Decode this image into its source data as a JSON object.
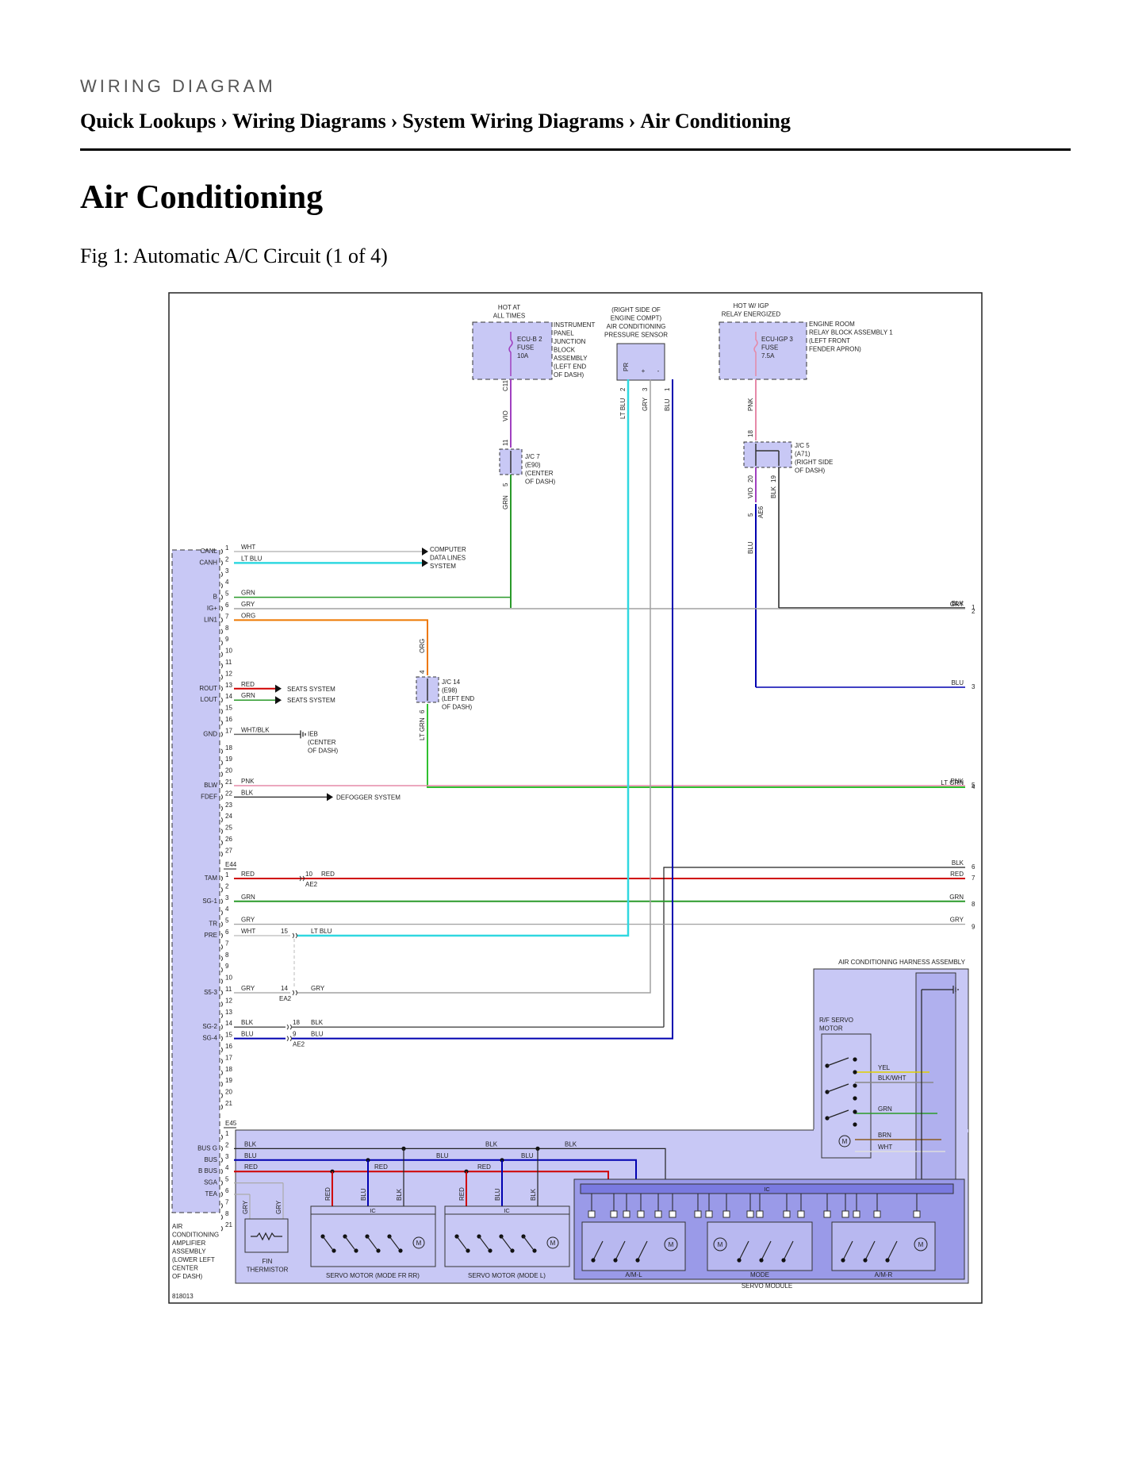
{
  "header": {
    "kicker": "WIRING DIAGRAM",
    "breadcrumb": [
      "Quick Lookups",
      "Wiring Diagrams",
      "System Wiring Diagrams",
      "Air Conditioning"
    ],
    "separator": "›"
  },
  "page": {
    "title": "Air Conditioning",
    "figure_caption": "Fig 1: Automatic A/C Circuit (1 of 4)"
  },
  "diagram": {
    "figure_id": "818013",
    "colors": {
      "component_fill": "#c8c8f5",
      "component_stroke": "#333333",
      "red": "#d00000",
      "blue": "#0000b0",
      "green": "#2a9a2a",
      "lt_green": "#30c030",
      "orange": "#ee7700",
      "lt_blue": "#30d8e0",
      "pink": "#e68aa8",
      "violet": "#a040c0",
      "gray": "#a0a0a0",
      "black": "#222222",
      "yellow": "#e0d000",
      "brown": "#8a5a20"
    },
    "top_labels": {
      "hot_at_all_times": [
        "HOT AT",
        "ALL TIMES"
      ],
      "instrument_panel_jb": [
        "INSTRUMENT",
        "PANEL",
        "JUNCTION",
        "BLOCK",
        "ASSEMBLY",
        "(LEFT END",
        "OF DASH)"
      ],
      "ecu_b2_fuse": [
        "ECU-B 2",
        "FUSE",
        "10A"
      ],
      "pressure_sensor": [
        "(RIGHT SIDE OF",
        "ENGINE COMPT)",
        "AIR CONDITIONING",
        "PRESSURE SENSOR"
      ],
      "pressure_pins": [
        "PR",
        "+",
        "-"
      ],
      "hot_w_igp": [
        "HOT W/ IGP",
        "RELAY ENERGIZED"
      ],
      "engine_room_rb": [
        "ENGINE ROOM",
        "RELAY BLOCK ASSEMBLY 1",
        "(LEFT FRONT",
        "FENDER APRON)"
      ],
      "ecu_igp3_fuse": [
        "ECU-IGP 3",
        "FUSE",
        "7.5A"
      ],
      "jc7": [
        "J/C 7",
        "(E90)",
        "(CENTER",
        "OF DASH)"
      ],
      "jc5": [
        "J/C 5",
        "(A71)",
        "(RIGHT SIDE",
        "OF DASH)"
      ],
      "jc14": [
        "J/C 14",
        "(E98)",
        "(LEFT END",
        "OF DASH)"
      ]
    },
    "vertical_wire_labels": {
      "c11": "C11",
      "vio": "VIO",
      "pin11": "11",
      "pin5": "5",
      "grn": "GRN",
      "pr_pin": "2",
      "plus_pin": "3",
      "minus_pin": "1",
      "lt_blu": "LT BLU",
      "gry": "GRY",
      "blu": "BLU",
      "pnk": "PNK",
      "pin18": "18",
      "pin20": "20",
      "pin19": "19",
      "vio2": "VIO",
      "blk": "BLK",
      "pin5b": "5",
      "ae6": "AE6",
      "blu2": "BLU",
      "org": "ORG",
      "pin4": "4",
      "pin6": "6",
      "lt_grn": "LT GRN"
    },
    "connectors": {
      "e44": "E44",
      "e45": "E45",
      "ae2": "AE2",
      "ea2": "EA2"
    },
    "amplifier_name": [
      "AIR",
      "CONDITIONING",
      "AMPLIFIER",
      "ASSEMBLY",
      "(LOWER LEFT",
      "CENTER",
      "OF DASH)"
    ],
    "amp_pins": [
      {
        "n": "1",
        "sig": "CANL",
        "wire": "WHT"
      },
      {
        "n": "2",
        "sig": "CANH",
        "wire": "LT BLU"
      },
      {
        "n": "3"
      },
      {
        "n": "4"
      },
      {
        "n": "5",
        "sig": "B",
        "wire": "GRN"
      },
      {
        "n": "6",
        "sig": "IG+",
        "wire": "GRY"
      },
      {
        "n": "7",
        "sig": "LIN1",
        "wire": "ORG"
      },
      {
        "n": "8"
      },
      {
        "n": "9"
      },
      {
        "n": "10"
      },
      {
        "n": "11"
      },
      {
        "n": "12"
      },
      {
        "n": "13",
        "sig": "ROUT",
        "wire": "RED"
      },
      {
        "n": "14",
        "sig": "LOUT",
        "wire": "GRN"
      },
      {
        "n": "15"
      },
      {
        "n": "16"
      },
      {
        "n": "17",
        "sig": "GND",
        "wire": "WHT/BLK"
      },
      {
        "n": "18"
      },
      {
        "n": "19"
      },
      {
        "n": "20"
      },
      {
        "n": "21",
        "sig": "BLW",
        "wire": "PNK"
      },
      {
        "n": "22",
        "sig": "FDEF",
        "wire": "BLK"
      },
      {
        "n": "23"
      },
      {
        "n": "24"
      },
      {
        "n": "25"
      },
      {
        "n": "26"
      },
      {
        "n": "27"
      }
    ],
    "e44_pins": [
      {
        "n": "1",
        "sig": "TAM",
        "wire": "RED"
      },
      {
        "n": "2"
      },
      {
        "n": "3",
        "sig": "SG-1",
        "wire": "GRN"
      },
      {
        "n": "4"
      },
      {
        "n": "5",
        "sig": "TR",
        "wire": "GRY"
      },
      {
        "n": "6",
        "sig": "PRE",
        "wire": "WHT"
      },
      {
        "n": "7"
      },
      {
        "n": "8"
      },
      {
        "n": "9"
      },
      {
        "n": "10"
      },
      {
        "n": "11",
        "sig": "S5-3",
        "wire": "GRY"
      },
      {
        "n": "12"
      },
      {
        "n": "13"
      },
      {
        "n": "14",
        "sig": "SG-2",
        "wire": "BLK"
      },
      {
        "n": "15",
        "sig": "SG-4",
        "wire": "BLU"
      },
      {
        "n": "16"
      },
      {
        "n": "17"
      },
      {
        "n": "18"
      },
      {
        "n": "19"
      },
      {
        "n": "20"
      },
      {
        "n": "21"
      }
    ],
    "e45_pins": [
      {
        "n": "1"
      },
      {
        "n": "2",
        "sig": "BUS G",
        "wire": "BLK"
      },
      {
        "n": "3",
        "sig": "BUS",
        "wire": "BLU"
      },
      {
        "n": "4",
        "sig": "B BUS",
        "wire": "RED"
      },
      {
        "n": "5",
        "sig": "SGA"
      },
      {
        "n": "6",
        "sig": "TEA"
      },
      {
        "n": "7"
      },
      {
        "n": "8"
      },
      {
        "n": "21"
      }
    ],
    "destinations": {
      "computer_data_lines": [
        "COMPUTER",
        "DATA LINES",
        "SYSTEM"
      ],
      "seats_system_1": "SEATS SYSTEM",
      "seats_system_2": "SEATS SYSTEM",
      "ground_ieb": [
        "IEB",
        "(CENTER",
        "OF DASH)"
      ],
      "defogger": "DEFOGGER SYSTEM"
    },
    "right_edge": [
      {
        "wire": "BLK",
        "n": "1"
      },
      {
        "wire": "GRY",
        "n": "2"
      },
      {
        "wire": "BLU",
        "n": "3"
      },
      {
        "wire": "LT GRN",
        "n": "4"
      },
      {
        "wire": "PNK",
        "n": "5"
      },
      {
        "wire": "BLK",
        "n": "6"
      },
      {
        "wire": "RED",
        "n": "7"
      },
      {
        "wire": "GRN",
        "n": "8"
      },
      {
        "wire": "GRY",
        "n": "9"
      }
    ],
    "inline_connectors": {
      "tam_pin": "10",
      "tam_wire": "RED",
      "pre_pin": "15",
      "pre_wire": "LT BLU",
      "s53_pin": "14",
      "s53_wire": "GRY",
      "sg2_pin": "18",
      "sg2_wire": "BLK",
      "sg4_pin": "9",
      "sg4_wire": "BLU"
    },
    "harness": {
      "name": "AIR CONDITIONING HARNESS ASSEMBLY",
      "rf_servo": [
        "R/F SERVO",
        "MOTOR"
      ],
      "rf_wires": [
        "YEL",
        "BLK/WHT",
        "GRN",
        "BRN",
        "WHT"
      ],
      "motor_symbol": "M",
      "bus_labels": [
        "BLK",
        "BLK",
        "BLK",
        "BLU",
        "BLU",
        "BLU",
        "RED",
        "RED",
        "RED"
      ],
      "ic_label": "IC",
      "drop_labels": [
        "RED",
        "BLU",
        "BLK",
        "RED",
        "BLU",
        "BLK"
      ],
      "gry_labels": [
        "GRY",
        "GRY"
      ],
      "fin_thermistor": [
        "FIN",
        "THERMISTOR"
      ],
      "servo_fr_rr": "SERVO MOTOR (MODE FR RR)",
      "servo_l": "SERVO MOTOR (MODE L)",
      "servo_module_parts": [
        "A/M-L",
        "MODE",
        "A/M-R"
      ],
      "servo_module": "SERVO MODULE"
    }
  }
}
